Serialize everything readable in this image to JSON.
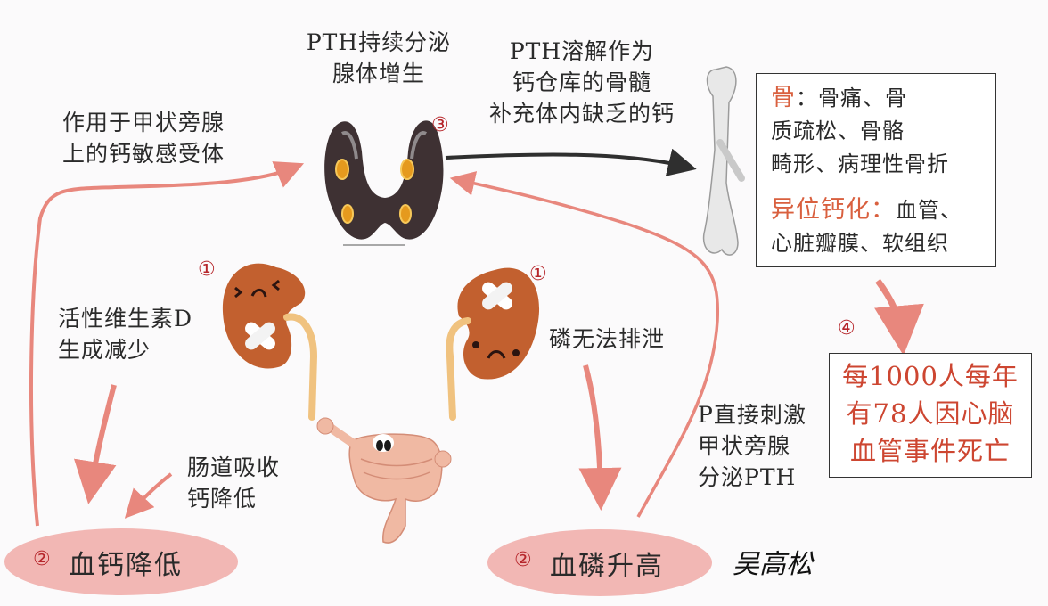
{
  "title": "PTH / calcium-phosphorus metabolism disorder diagram",
  "colors": {
    "arrow_salmon": "#e8877d",
    "arrow_dark": "#2f2f2f",
    "kidney": "#c2602f",
    "ellipse_fill": "#f2b7b4",
    "number_red": "#b6262b",
    "highlight_orange": "#d9603f",
    "stat_red": "#cd4631"
  },
  "nodes": {
    "parathyroid": {
      "label_line1": "PTH持续分泌",
      "label_line2": "腺体增生",
      "step": "③"
    },
    "bone_effect": {
      "line1": "PTH溶解作为",
      "line2": "钙仓库的骨髓",
      "line3": "补充体内缺乏的钙"
    },
    "calcium_sensor": {
      "line1": "作用于甲状旁腺",
      "line2": "上的钙敏感受体"
    },
    "kidney_left": {
      "step": "①",
      "line1": "活性维生素D",
      "line2": "生成减少"
    },
    "kidney_right": {
      "step": "①",
      "label": "磷无法排泄"
    },
    "intestine": {
      "line1": "肠道吸收",
      "line2": "钙降低"
    },
    "phosphate_stimulus": {
      "line1": "P直接刺激",
      "line2": "甲状旁腺",
      "line3": "分泌PTH"
    },
    "low_calcium": {
      "step": "②",
      "label": "血钙降低"
    },
    "high_phosphate": {
      "step": "②",
      "label": "血磷升高"
    },
    "complications_box": {
      "bone_heading": "骨",
      "bone_colon": "：",
      "bone_line1_rest": "骨痛、骨",
      "bone_line2": "质疏松、骨骼",
      "bone_line3": "畸形、病理性骨折",
      "calc_heading": "异位钙化：",
      "calc_line1_rest": "血管、",
      "calc_line2": "心脏瓣膜、软组织"
    },
    "mortality": {
      "step": "④",
      "line1": "每1000人每年",
      "line2": "有78人因心脑",
      "line3": "血管事件死亡"
    }
  },
  "signature": "吴高松"
}
